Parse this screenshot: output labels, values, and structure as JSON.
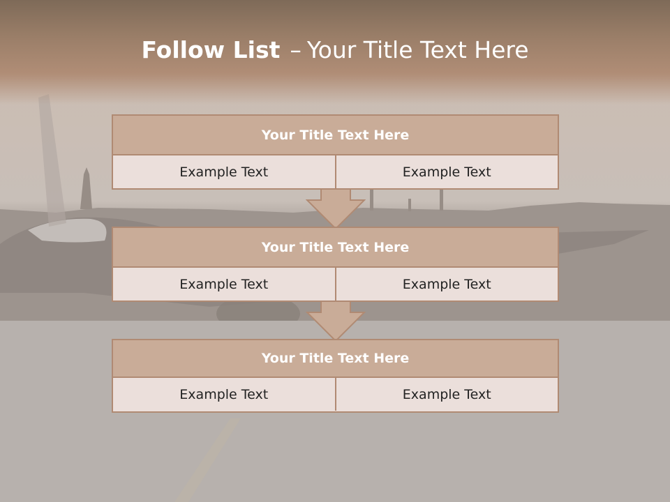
{
  "slide": {
    "title_bold": "Follow List",
    "title_sep": "–",
    "title_rest": "Your Title Text Here"
  },
  "steps": [
    {
      "title": "Your Title Text Here",
      "left": "Example Text",
      "right": "Example Text"
    },
    {
      "title": "Your Title Text Here",
      "left": "Example Text",
      "right": "Example Text"
    },
    {
      "title": "Your Title Text Here",
      "left": "Example Text",
      "right": "Example Text"
    }
  ],
  "colors": {
    "header_top": "#7e6a58",
    "block_title_bg": "#c9ac98",
    "block_cell_bg": "#ebdfdb",
    "block_border": "#b08a73",
    "arrow_fill": "#c9ac98"
  }
}
